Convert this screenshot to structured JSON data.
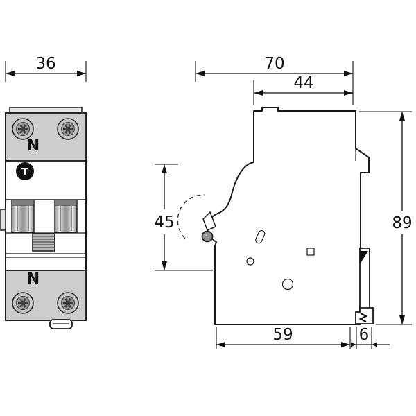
{
  "drawing": {
    "type": "technical-dimension-drawing",
    "subject": "miniature circuit breaker, front and side views",
    "units_implied": "mm",
    "front_view": {
      "width_dim": "36",
      "labels": {
        "n_top": "N",
        "n_bottom": "N",
        "test": "T"
      }
    },
    "side_view": {
      "depth_total": "70",
      "depth_upper": "44",
      "front_height": "45",
      "height_total": "89",
      "depth_lower": "59",
      "clip_depth": "6"
    },
    "colors": {
      "line": "#1a1a1a",
      "fill_light": "#cdcdcd",
      "metal_dark": "#8a8a8a",
      "background": "#ffffff"
    }
  }
}
